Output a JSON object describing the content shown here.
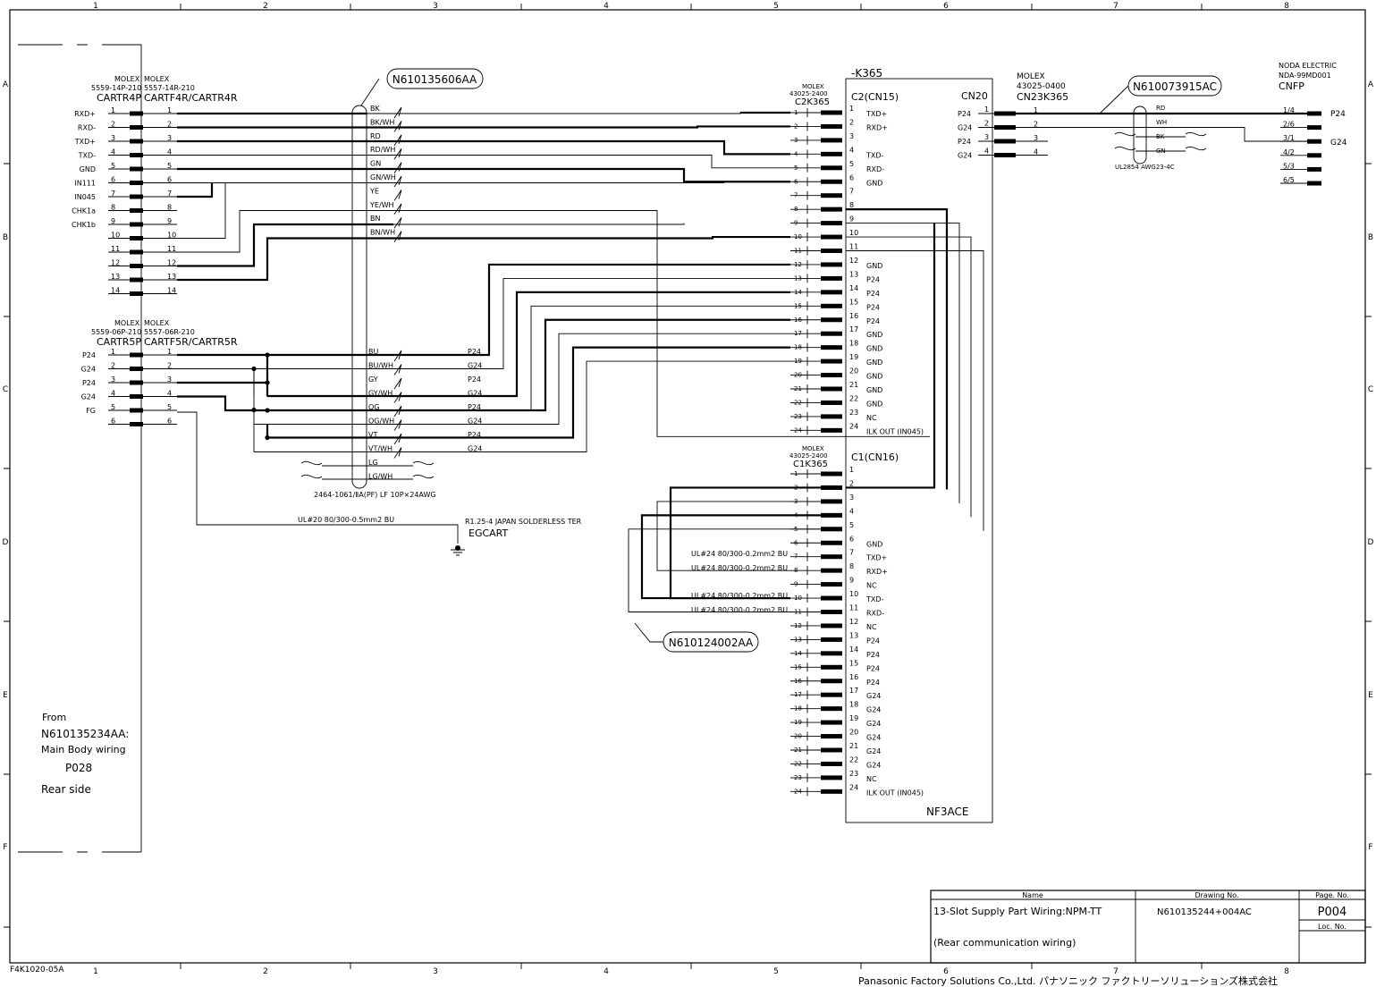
{
  "frame": {
    "columns": [
      "1",
      "2",
      "3",
      "4",
      "5",
      "6",
      "7",
      "8"
    ],
    "rows": [
      "A",
      "B",
      "C",
      "D",
      "E",
      "F"
    ]
  },
  "cartr4": {
    "maker_a": "MOLEX",
    "maker_b": "MOLEX",
    "part_a": "5559-14P-210",
    "part_b": "5557-14R-210",
    "name_a": "CARTR4P",
    "name_b": "CARTF4R/CARTR4R",
    "signals": [
      "RXD+",
      "RXD-",
      "TXD+",
      "TXD-",
      "GND",
      "IN111",
      "IN045",
      "CHK1a",
      "CHK1b",
      "",
      "",
      "",
      "",
      ""
    ],
    "pins": [
      "1",
      "2",
      "3",
      "4",
      "5",
      "6",
      "7",
      "8",
      "9",
      "10",
      "11",
      "12",
      "13",
      "14"
    ]
  },
  "cartr5": {
    "maker_a": "MOLEX",
    "maker_b": "MOLEX",
    "part_a": "5559-06P-210",
    "part_b": "5557-06R-210",
    "name_a": "CARTR5P",
    "name_b": "CARTF5R/CARTR5R",
    "signals": [
      "P24",
      "G24",
      "P24",
      "G24",
      "FG",
      ""
    ],
    "pins": [
      "1",
      "2",
      "3",
      "4",
      "5",
      "6"
    ]
  },
  "cable1": {
    "callout": "N610135606AA",
    "colors": [
      "BK",
      "BK/WH",
      "RD",
      "RD/WH",
      "GN",
      "GN/WH",
      "YE",
      "YE/WH",
      "BN",
      "BN/WH"
    ],
    "power_colors": [
      "BU",
      "BU/WH",
      "GY",
      "GY/WH",
      "OG",
      "OG/WH",
      "VT",
      "VT/WH",
      "LG",
      "LG/WH"
    ],
    "power_labels": [
      "P24",
      "G24",
      "P24",
      "G24",
      "P24",
      "G24",
      "P24",
      "G24"
    ],
    "spec": "2464-1061/ⅡA(PF) LF 10P×24AWG"
  },
  "ground": {
    "wire": "UL#20 80/300-0.5mm2 BU",
    "terminal": "R1.25-4  JAPAN SOLDERLESS TER",
    "name": "EGCART"
  },
  "k365": {
    "title": "-K365",
    "c2": {
      "maker": "MOLEX",
      "part": "43025-2400",
      "name": "C2K365",
      "header": "C2(CN15)"
    },
    "c1": {
      "maker": "MOLEX",
      "part": "43025-2400",
      "name": "C1K365",
      "header": "C1(CN16)"
    },
    "c2_signals": [
      "TXD+",
      "RXD+",
      "",
      "TXD-",
      "RXD-",
      "GND",
      "",
      "",
      "",
      "",
      "",
      "GND",
      "P24",
      "P24",
      "P24",
      "P24",
      "GND",
      "GND",
      "GND",
      "GND",
      "GND",
      "GND",
      "NC",
      "ILK OUT (IN045)"
    ],
    "c1_signals": [
      "",
      "",
      "",
      "",
      "",
      "GND",
      "TXD+",
      "RXD+",
      "NC",
      "TXD-",
      "RXD-",
      "NC",
      "P24",
      "P24",
      "P24",
      "P24",
      "G24",
      "G24",
      "G24",
      "G24",
      "G24",
      "G24",
      "NC",
      "ILK OUT (IN045)"
    ],
    "pins": [
      "1",
      "2",
      "3",
      "4",
      "5",
      "6",
      "7",
      "8",
      "9",
      "10",
      "11",
      "12",
      "13",
      "14",
      "15",
      "16",
      "17",
      "18",
      "19",
      "20",
      "21",
      "22",
      "23",
      "24"
    ],
    "cn20": {
      "header": "CN20",
      "signals": [
        "P24",
        "G24",
        "P24",
        "G24"
      ],
      "pins": [
        "1",
        "2",
        "3",
        "4"
      ]
    },
    "board": "NF3ACE"
  },
  "cn23": {
    "maker": "MOLEX",
    "part": "43025-0400",
    "name": "CN23K365",
    "pins": [
      "1",
      "2",
      "3",
      "4"
    ]
  },
  "cnfp": {
    "maker": "NODA ELECTRIC",
    "part": "NDA-99MD001",
    "name": "CNFP",
    "pins": [
      "1/4",
      "2/6",
      "3/1",
      "4/2",
      "5/3",
      "6/5"
    ],
    "labels": [
      "P24",
      "G24"
    ]
  },
  "cable2": {
    "callout": "N610073915AC",
    "colors": [
      "RD",
      "WH",
      "BK",
      "GN"
    ],
    "spec": "UL2854 AWG23-4C"
  },
  "cable3": {
    "callout": "N610124002AA",
    "wire": "UL#24 80/300-0.2mm2 BU"
  },
  "from": {
    "line1": "From",
    "line2": "N610135234AA:",
    "line3": "Main Body wiring",
    "line4": "P028",
    "line5": "Rear side"
  },
  "title_block": {
    "name_header": "Name",
    "drawing_header": "Drawing No.",
    "page_header": "Page. No.",
    "name": "13-Slot Supply Part Wiring:NPM-TT",
    "subtitle": "(Rear communication wiring)",
    "drawing_no": "N610135244+004AC",
    "page_no": "P004",
    "loc_header": "Loc. No."
  },
  "footer": {
    "form_no": "F4K1020-05A",
    "company": "Panasonic Factory Solutions Co.,Ltd. パナソニック ファクトリーソリューションズ株式会社"
  }
}
